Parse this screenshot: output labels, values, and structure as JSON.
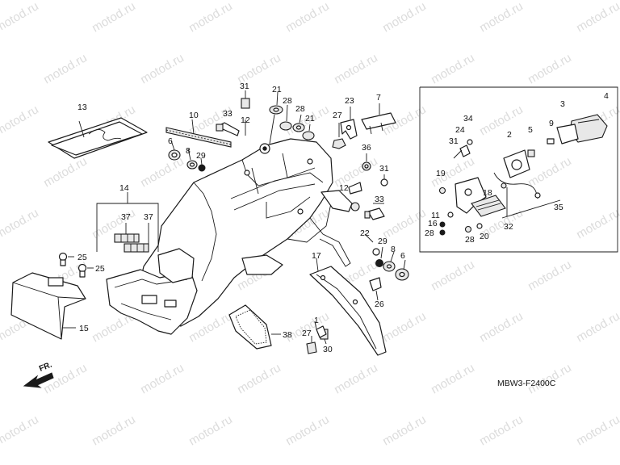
{
  "diagram": {
    "code": "MBW3-F2400C",
    "direction_label": "FR.",
    "watermark": "motod.ru",
    "callouts": [
      {
        "id": "c13",
        "text": "13"
      },
      {
        "id": "c10",
        "text": "10"
      },
      {
        "id": "c6a",
        "text": "6"
      },
      {
        "id": "c8a",
        "text": "8"
      },
      {
        "id": "c29a",
        "text": "29"
      },
      {
        "id": "c31a",
        "text": "31"
      },
      {
        "id": "c33a",
        "text": "33"
      },
      {
        "id": "c12a",
        "text": "12"
      },
      {
        "id": "c21a",
        "text": "21"
      },
      {
        "id": "c28a",
        "text": "28"
      },
      {
        "id": "c28b",
        "text": "28"
      },
      {
        "id": "c21b",
        "text": "21"
      },
      {
        "id": "c27a",
        "text": "27"
      },
      {
        "id": "c23",
        "text": "23"
      },
      {
        "id": "c7",
        "text": "7"
      },
      {
        "id": "c14",
        "text": "14"
      },
      {
        "id": "c37a",
        "text": "37"
      },
      {
        "id": "c37b",
        "text": "37"
      },
      {
        "id": "c25a",
        "text": "25"
      },
      {
        "id": "c25b",
        "text": "25"
      },
      {
        "id": "c15",
        "text": "15"
      },
      {
        "id": "c36",
        "text": "36"
      },
      {
        "id": "c12b",
        "text": "12"
      },
      {
        "id": "c31b",
        "text": "31"
      },
      {
        "id": "c33b",
        "text": "33"
      },
      {
        "id": "c22",
        "text": "22"
      },
      {
        "id": "c29b",
        "text": "29"
      },
      {
        "id": "c8b",
        "text": "8"
      },
      {
        "id": "c6b",
        "text": "6"
      },
      {
        "id": "c17",
        "text": "17"
      },
      {
        "id": "c26",
        "text": "26"
      },
      {
        "id": "c38",
        "text": "38"
      },
      {
        "id": "c1",
        "text": "1"
      },
      {
        "id": "c27b",
        "text": "27"
      },
      {
        "id": "c30",
        "text": "30"
      },
      {
        "id": "c4",
        "text": "4"
      },
      {
        "id": "c3",
        "text": "3"
      },
      {
        "id": "c34",
        "text": "34"
      },
      {
        "id": "c24",
        "text": "24"
      },
      {
        "id": "c2",
        "text": "2"
      },
      {
        "id": "c5",
        "text": "5"
      },
      {
        "id": "c9",
        "text": "9"
      },
      {
        "id": "c31c",
        "text": "31"
      },
      {
        "id": "c19",
        "text": "19"
      },
      {
        "id": "c18",
        "text": "18"
      },
      {
        "id": "c35",
        "text": "35"
      },
      {
        "id": "c11",
        "text": "11"
      },
      {
        "id": "c16",
        "text": "16"
      },
      {
        "id": "c28c",
        "text": "28"
      },
      {
        "id": "c28d",
        "text": "28"
      },
      {
        "id": "c20",
        "text": "20"
      },
      {
        "id": "c32",
        "text": "32"
      }
    ]
  }
}
